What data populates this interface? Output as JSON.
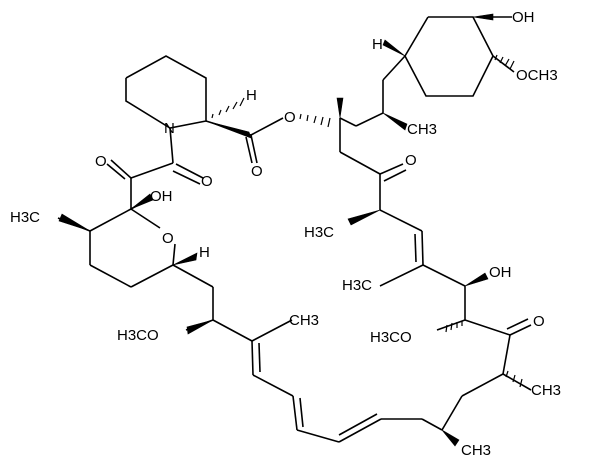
{
  "molecule": {
    "labels": {
      "oh_top": "OH",
      "och3_top": "OCH3",
      "h_cyclohexyl": "H",
      "h_pipecolate": "H",
      "ch3_side": "CH3",
      "ester_o": "O",
      "n": "N",
      "o_keto1": "O",
      "o_keto2": "O",
      "o_ester_carbonyl": "O",
      "o_right_ketone": "O",
      "h3c_left": "H3C",
      "oh_hemiketal": "OH",
      "ring_o": "O",
      "h_pyran": "H",
      "h3c_mid": "H3C",
      "h3c_vinyl": "H3C",
      "oh_right": "OH",
      "h3co_left": "H3CO",
      "ch3_diene": "CH3",
      "h3co_right": "H3CO",
      "o_c32": "O",
      "ch3_right": "CH3",
      "ch3_bottom": "CH3"
    }
  }
}
